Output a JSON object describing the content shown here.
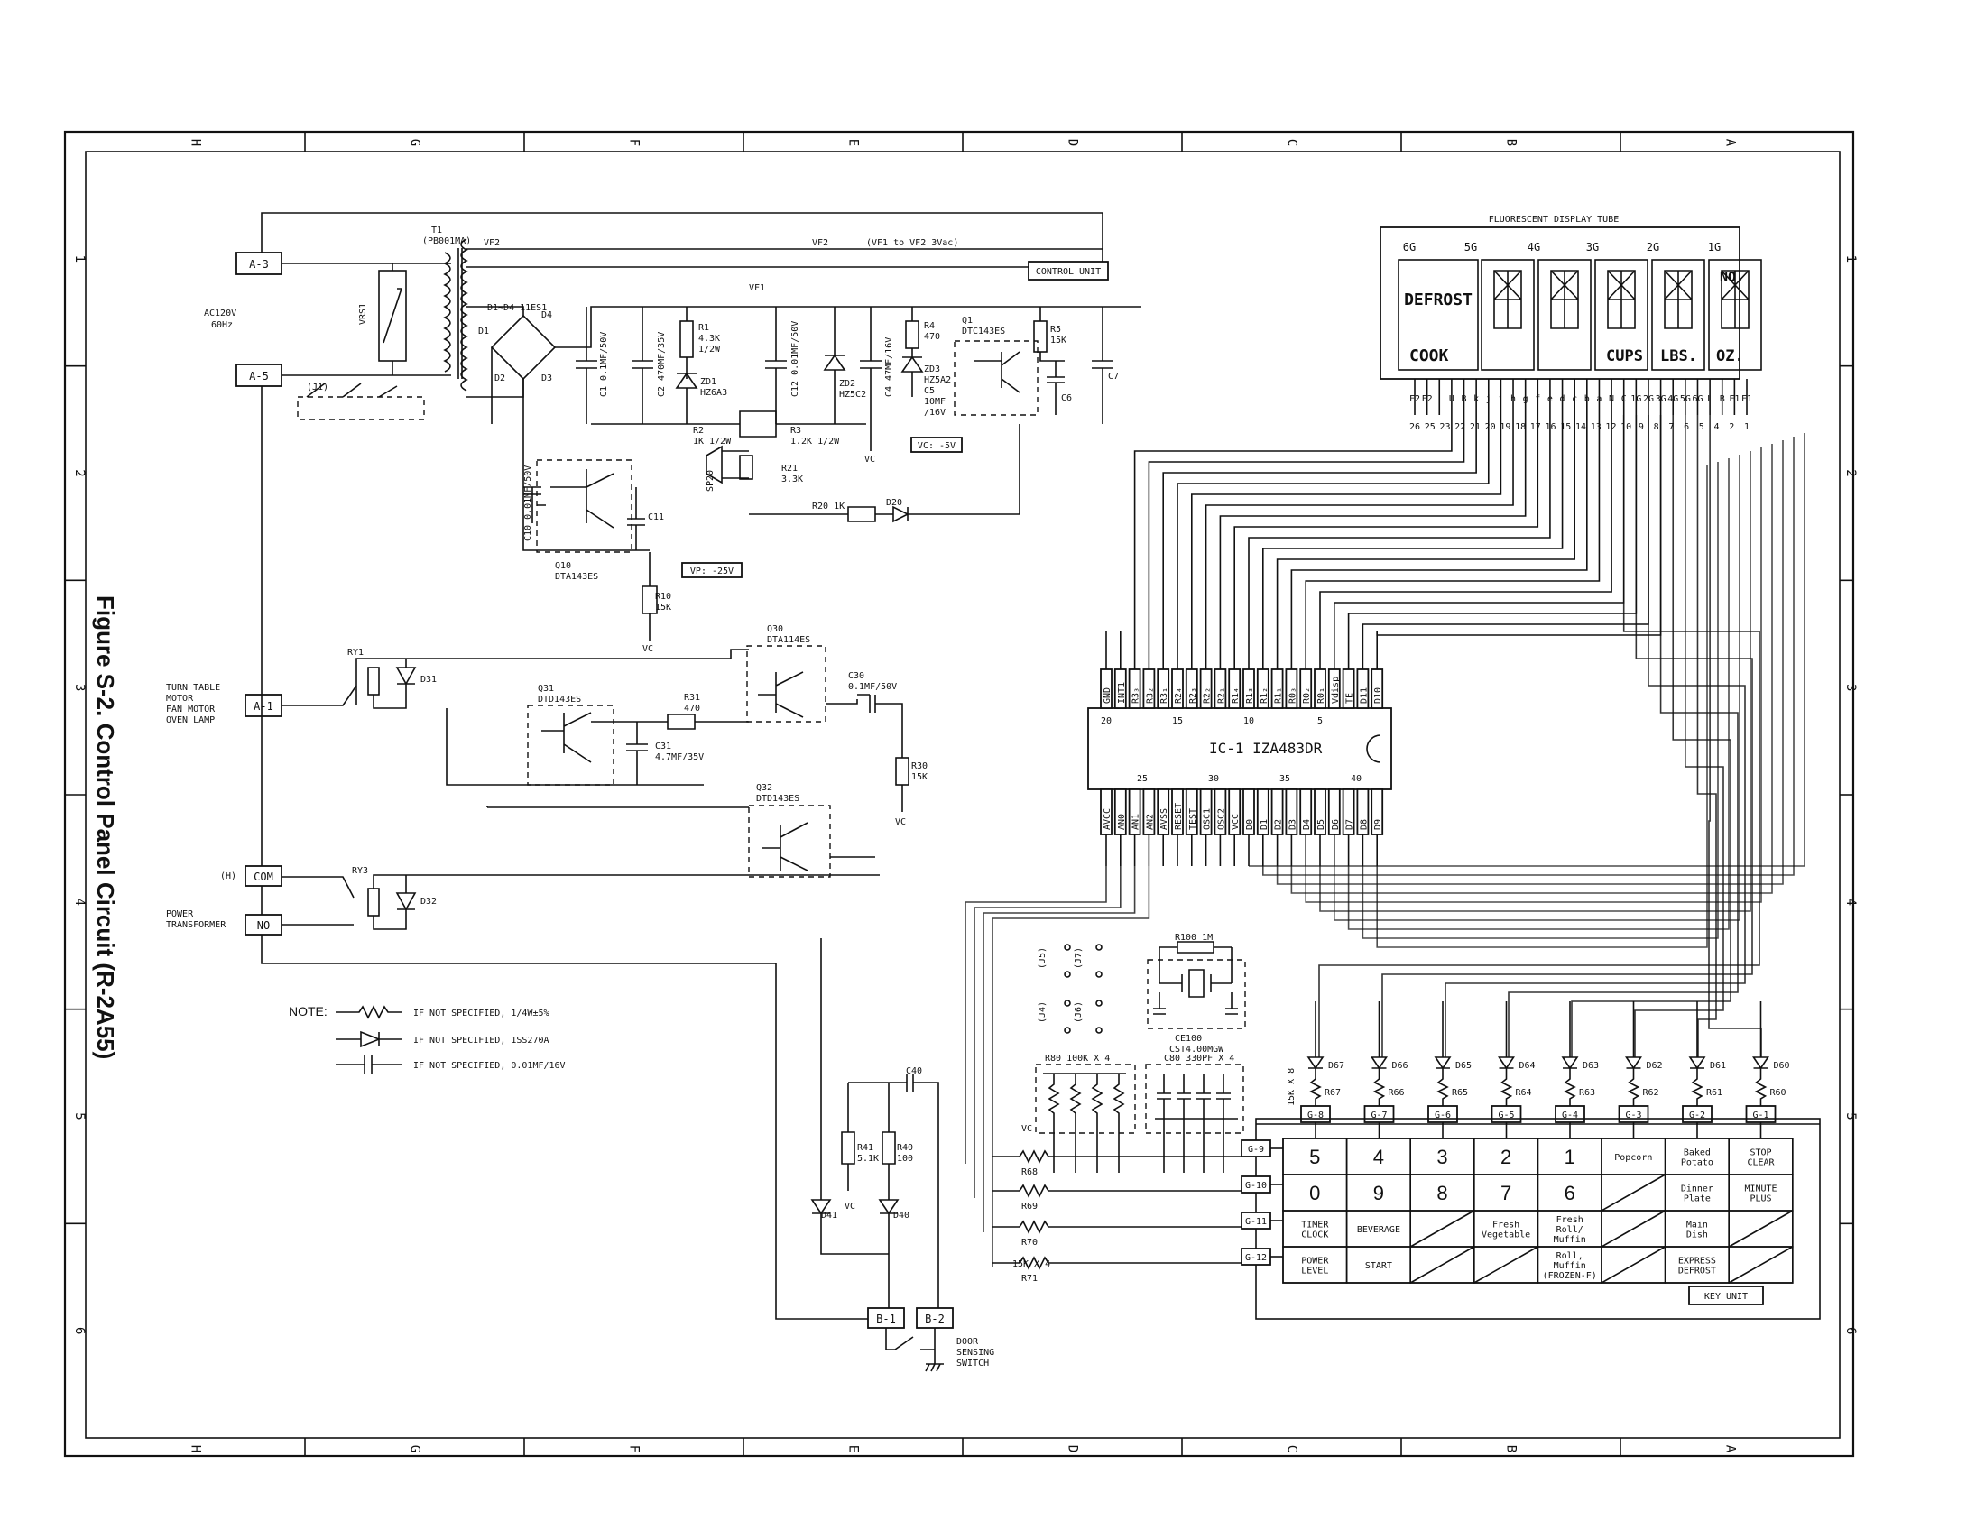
{
  "figure_title": "Figure S-2. Control Panel Circuit (R-2A55)",
  "border": {
    "columns": [
      "H",
      "G",
      "F",
      "E",
      "D",
      "C",
      "B",
      "A"
    ],
    "rows": [
      "1",
      "2",
      "3",
      "4",
      "5",
      "6"
    ]
  },
  "labels": {
    "control_unit": "CONTROL UNIT",
    "key_unit": "KEY UNIT",
    "transformer": "T1",
    "transformer_part": "(PB001MA)",
    "vf2": "VF2",
    "vf_note": "(VF1 to VF2 3Vac)",
    "vf1": "VF1",
    "ac_source": "AC120V",
    "ac_freq": "60Hz",
    "vrs1": "VRS1",
    "j1": "(J1)",
    "diodes": "D1~D4 11ES1",
    "turntable": "TURN TABLE",
    "motor": "MOTOR",
    "fan_motor": "FAN MOTOR",
    "oven_lamp": "OVEN LAMP",
    "power": "POWER",
    "power_transformer": "TRANSFORMER",
    "h_mark": "(H)",
    "ic_name": "IC-1 IZA483DR",
    "door_switch": "DOOR\nSENSING\nSWITCH",
    "vfd_title": "FLUORESCENT DISPLAY TUBE"
  },
  "connectors": {
    "a3": "A-3",
    "a5": "A-5",
    "a1": "A-1",
    "com": "COM",
    "no": "NO",
    "b1": "B-1",
    "b2": "B-2"
  },
  "components": {
    "q1": "Q1",
    "q1_type": "DTC143ES",
    "q10": "Q10",
    "q10_type": "DTA143ES",
    "q30": "Q30",
    "q30_type": "DTA114ES",
    "q31": "Q31",
    "q31_type": "DTD143ES",
    "q32": "Q32",
    "q32_type": "DTD143ES",
    "r1": "R1",
    "r1_val": "4.3K",
    "r1_w": "1/2W",
    "r2": "R2",
    "r2_val": "1K 1/2W",
    "r3": "R3",
    "r3_val": "1.2K 1/2W",
    "r4": "R4",
    "r4_val": "470",
    "r5": "R5",
    "r5_val": "15K",
    "r10": "R10",
    "r10_val": "15K",
    "r20": "R20 1K",
    "r21": "R21",
    "r21_val": "3.3K",
    "r30": "R30",
    "r30_val": "15K",
    "r31": "R31",
    "r31_val": "470",
    "r40": "R40",
    "r40_val": "100",
    "r41": "R41",
    "r41_val": "5.1K",
    "r68": "R68",
    "r69": "R69",
    "r70": "R70",
    "r71": "R71",
    "r68_note": "15K X 4",
    "r60_67_note": "15K X 8",
    "r80": "R80 100K X 4",
    "c80": "C80 330PF X 4",
    "r100": "R100 1M",
    "ce100": "CE100",
    "ce100_val": "CST4.00MGW",
    "c1": "C1 0.1MF/50V",
    "c2": "C2 470MF/35V",
    "c4": "C4 47MF/16V",
    "c5": "C5",
    "c5_val": "10MF",
    "c5_v": "/16V",
    "c6": "C6",
    "c7": "C7",
    "c10": "C10 0.01MF/50V",
    "c11": "C11",
    "c12": "C12 0.01MF/50V",
    "c30": "C30",
    "c30_val": "0.1MF/50V",
    "c31": "C31",
    "c31_val": "4.7MF/35V",
    "c40": "C40",
    "zd1": "ZD1",
    "zd1_type": "HZ6A3",
    "zd2": "ZD2",
    "zd2_type": "HZ5C2",
    "zd3": "ZD3",
    "zd3_type": "HZ5A2",
    "sp20": "SP20",
    "d20": "D20",
    "d31": "D31",
    "d32": "D32",
    "d40": "D40",
    "d41": "D41",
    "ry1": "RY1",
    "ry3": "RY3",
    "vc": "VC",
    "vp25": "VP: -25V",
    "vc5": "VC: -5V",
    "j5": "(J5)",
    "j7": "(J7)",
    "j4": "(J4)",
    "j6": "(J6)"
  },
  "notes": {
    "heading": "NOTE:",
    "items": [
      "IF NOT SPECIFIED, 1/4W±5%",
      "IF NOT SPECIFIED, 1SS270A",
      "IF NOT SPECIFIED, 0.01MF/16V"
    ]
  },
  "ic_pins_top": [
    "GND",
    "INT1",
    "R3₃",
    "R3₂",
    "R3₁",
    "R2₄",
    "R2₃",
    "R2₂",
    "R2₁",
    "R1₄",
    "R1₃",
    "R1₂",
    "R1₁",
    "R0₃",
    "R0₂",
    "R0₁",
    "Vdisp",
    "TE",
    "D11",
    "D10"
  ],
  "ic_pins_bottom": [
    "AVCC",
    "AN0",
    "AN1",
    "AN2",
    "AVSS",
    "RESET",
    "TEST",
    "OSC1",
    "OSC2",
    "VCC",
    "D0",
    "D1",
    "D2",
    "D3",
    "D4",
    "D5",
    "D6",
    "D7",
    "D8",
    "D9"
  ],
  "ic_pin_numbers": {
    "top": [
      "20",
      "15",
      "10",
      "5"
    ],
    "bottom": [
      "25",
      "30",
      "35",
      "40"
    ]
  },
  "vfd": {
    "grids": [
      "6G",
      "5G",
      "4G",
      "3G",
      "2G",
      "1G"
    ],
    "words": [
      "DEFROST",
      "COOK",
      "CUPS",
      "LBS.",
      "OZ.",
      "NO."
    ],
    "pin_letters": [
      "F2",
      "F2",
      "",
      "U",
      "B",
      "k",
      "j",
      "i",
      "h",
      "g",
      "f",
      "e",
      "d",
      "c",
      "b",
      "a",
      "N",
      "C",
      "1G",
      "2G",
      "3G",
      "4G",
      "5G",
      "6G",
      "L",
      "B",
      "F1",
      "F1"
    ],
    "pin_numbers": [
      "26",
      "25",
      "23",
      "22",
      "21",
      "20",
      "19",
      "18",
      "17",
      "16",
      "15",
      "14",
      "13",
      "12",
      "10",
      "9",
      "8",
      "7",
      "6",
      "5",
      "4",
      "2",
      "1"
    ]
  },
  "grid_drivers": [
    "G-8",
    "G-7",
    "G-6",
    "G-5",
    "G-4",
    "G-3",
    "G-2",
    "G-1"
  ],
  "grid_diodes": [
    "D67",
    "D66",
    "D65",
    "D64",
    "D63",
    "D62",
    "D61",
    "D60"
  ],
  "grid_resistors": [
    "R67",
    "R66",
    "R65",
    "R64",
    "R63",
    "R62",
    "R61",
    "R60"
  ],
  "row_drivers": [
    "G-9",
    "G-10",
    "G-11",
    "G-12"
  ],
  "keypad": [
    [
      "5",
      "4",
      "3",
      "2",
      "1",
      "Popcorn",
      "Baked\nPotato",
      "STOP\nCLEAR"
    ],
    [
      "0",
      "9",
      "8",
      "7",
      "6",
      "",
      "Dinner\nPlate",
      "MINUTE\nPLUS"
    ],
    [
      "TIMER\nCLOCK",
      "BEVERAGE",
      "",
      "Fresh\nVegetable",
      "Fresh\nRoll/\nMuffin",
      "",
      "Main\nDish",
      ""
    ],
    [
      "POWER\nLEVEL",
      "START",
      "",
      "",
      "Roll,\nMuffin\n(FROZEN-F)",
      "",
      "EXPRESS\nDEFROST",
      ""
    ]
  ]
}
